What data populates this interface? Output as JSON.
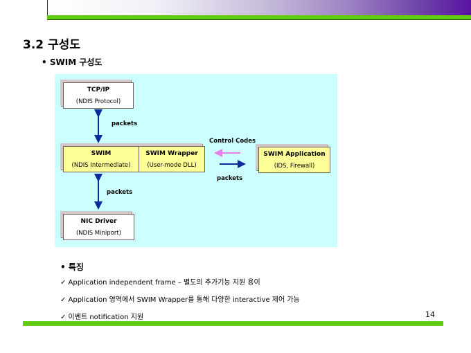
{
  "header": {
    "accent_color": "#62cc12",
    "gradient_end": "#5a12a2"
  },
  "section_title": "3.2 구성도",
  "subtitle": "• SWIM 구성도",
  "diagram": {
    "tcpip": {
      "name": "TCP/IP",
      "desc": "(NDIS Protocol)"
    },
    "swim": {
      "name": "SWIM",
      "desc": "(NDIS Intermediate)"
    },
    "wrapper": {
      "name": "SWIM Wrapper",
      "desc": "(User-mode DLL)"
    },
    "app": {
      "name": "SWIM Application",
      "desc": "(IDS, Firewall)"
    },
    "nic": {
      "name": "NIC Driver",
      "desc": "(NDIS Miniport)"
    },
    "packets_top": "packets",
    "packets_bottom": "packets",
    "control_codes": "Control Codes",
    "packets_right": "packets"
  },
  "features": {
    "title": "• 특징",
    "items": [
      "✓ Application independent frame – 별도의 추가기능 지원 용이",
      "✓ Application 영역에서 SWIM Wrapper를 통해 다양한 interactive 제어 가능",
      "✓ 이벤트 notification 지원"
    ]
  },
  "page_number": "14"
}
